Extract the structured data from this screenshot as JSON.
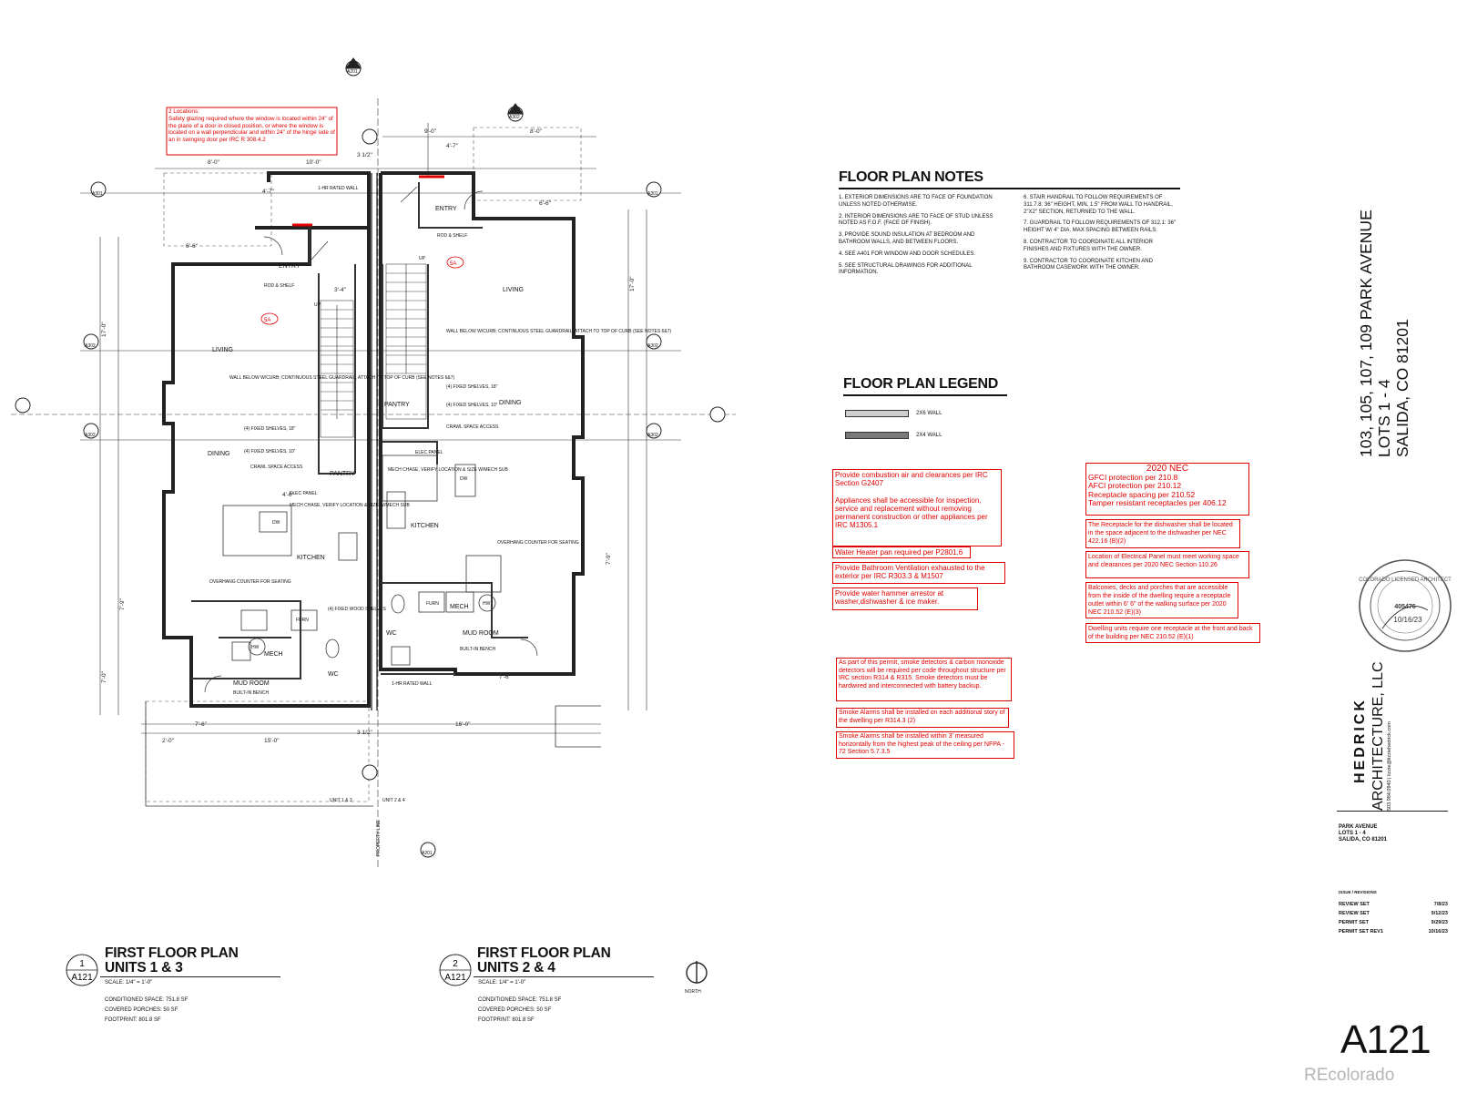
{
  "drawing": {
    "room_labels_unit13": [
      "ENTRY",
      "LIVING",
      "DINING",
      "KITCHEN",
      "PANTRY",
      "MUD ROOM",
      "WC",
      "MECH"
    ],
    "room_labels_unit24": [
      "ENTRY",
      "LIVING",
      "DINING",
      "KITCHEN",
      "PANTRY",
      "MUD ROOM",
      "WC",
      "MECH"
    ],
    "small_labels": {
      "rod_shelf": "ROD & SHELF",
      "wall_below": "WALL BELOW W/CURB; CONTINUOUS STEEL GUARDRAIL, ATTACH TO TOP OF CURB (SEE NOTES 6&7)",
      "fixed_shelves_18": "(4) FIXED SHELVES, 18\"",
      "fixed_shelves_10": "(4) FIXED SHELVES, 10\"",
      "crawl_space": "CRAWL SPACE ACCESS",
      "elec_panel": "ELEC PANEL",
      "mech_chase": "MECH CHASE, VERIFY LOCATION & SIZE W/MECH SUB",
      "overhang": "OVERHANG COUNTER FOR SEATING",
      "wood_shelves": "(4) FIXED WOOD SHELVES",
      "built_in_bench": "BUILT-IN BENCH",
      "one_hr_wall": "1-HR RATED WALL",
      "dw": "DW",
      "hw": "HW",
      "furn": "FURN",
      "up": "UP",
      "unit_13": "UNIT 1 & 3",
      "unit_24": "UNIT 2 & 4",
      "property_line": "PROPERTY LINE",
      "tag_5a": "5A"
    },
    "section_tags": [
      "A301",
      "A302",
      "A201",
      "A301",
      "A302"
    ],
    "dimensions": [
      "8'-0\"",
      "10'-0\"",
      "3 1/2\"",
      "9'-0\"",
      "8'-0\"",
      "4'-7\"",
      "6'-6\"",
      "4'-6\"",
      "3'-4\"",
      "7'-6\"",
      "2'-0\"",
      "15'-0\"",
      "16'-0\"",
      "17'-0\"",
      "7'-9\"",
      "7'-0\"",
      "7'-6\""
    ],
    "red_callout": "2 Locations:\nSafety glazing required where the window is located within 24\" of the plane of a door in closed position, or where the window is located on a wall perpendicular and within 24\" of the hinge side of an in swinging door per IRC R 308.4.2"
  },
  "notes": {
    "title": "FLOOR PLAN NOTES",
    "left": [
      "1.   EXTERIOR DIMENSIONS ARE TO FACE OF FOUNDATION UNLESS NOTED OTHERWISE.",
      "2.   INTERIOR DIMENSIONS ARE TO FACE OF STUD UNLESS NOTED AS F.O.F. (FACE OF FINISH).",
      "3.   PROVIDE SOUND INSULATION AT BEDROOM AND BATHROOM WALLS, AND BETWEEN FLOORS.",
      "4.   SEE A401 FOR WINDOW AND DOOR SCHEDULES.",
      "5.   SEE STRUCTURAL DRAWINGS FOR ADDITIONAL INFORMATION."
    ],
    "right": [
      "6.   STAIR HANDRAIL TO FOLLOW REQUIREMENTS OF 311.7.8: 36\" HEIGHT, MIN. 1.5\" FROM WALL TO HANDRAIL, 2\"X2\" SECTION, RETURNED TO THE WALL.",
      "7.   GUARDRAIL TO FOLLOW REQUIREMENTS OF 312.1: 36\" HEIGHT W/ 4\" DIA. MAX SPACING BETWEEN RAILS.",
      "8.   CONTRACTOR TO COORDINATE ALL INTERIOR FINISHES AND FIXTURES WITH THE OWNER.",
      "9.   CONTRACTOR TO COORDINATE KITCHEN AND BATHROOM CASEWORK WITH THE OWNER."
    ]
  },
  "legend": {
    "title": "FLOOR PLAN LEGEND",
    "items": [
      {
        "label": "2X6 WALL",
        "color": "#cfcfcf"
      },
      {
        "label": "2X4 WALL",
        "color": "#7a7a7a"
      }
    ]
  },
  "red_notes": {
    "combustion": "Provide combustion air and clearances per IRC Section G2407\n\nAppliances shall be accessible for inspection, service and replacement without removing permanent construction or other appliances per IRC M1305.1",
    "water_heater": "Water Heater pan required per P2801.6",
    "bath_vent": "Provide Bathroom Ventilation exhausted to the exterior per IRC R303.3 & M1507",
    "water_hammer": "Provide water hammer arrestor at washer,dishwasher & ice maker.",
    "smoke_permit": "As part of this permit, smoke detectors & carbon monoxide detectors will be required per code throughout structure per IRC section R314 & R315. Smoke detectors must be hardwired and interconnected with battery backup.",
    "smoke_each_story": "Smoke Alarms shall be installed on each additional story of the dwelling per R314.3 (2)",
    "smoke_peak": "Smoke Alarms shall be installed within 3' measured horizontally from the highest peak of the ceiling per NFPA - 72 Section 5.7.3.5",
    "nec_head": "2020 NEC",
    "nec_list": "GFCI protection per 210.8\nAFCI protection per 210.12\nReceptacle spacing per 210.52\nTamper resistant receptacles per 406.12",
    "dishwasher": "The Receptacle for the dishwasher shall be located in the space adjacent to the dishwasher per NEC 422.16 (B)(2)",
    "elec_panel": "Location of Electrical Panel must meet working space and clearances per 2020 NEC Section 110.26",
    "balconies": "Balconies, decks and porches that are accessible from the inside of the dwelling require a receptacle outlet within 6' 6\" of the walking surface per 2020 NEC 210.52 (E)(3)",
    "dwelling_units": "Dwelling units require one receptacle at the front and back of the building per NEC 210.52 (E)(1)"
  },
  "stamp": {
    "text": "COLORADO LICENSED ARCHITECT",
    "number": "405476",
    "date": "10/16/23",
    "color": "#555555"
  },
  "title_block": {
    "address": "103, 105, 107, 109 PARK AVENUE",
    "lots": "LOTS 1 - 4",
    "city": "SALIDA, CO 81201",
    "firm_name": "HEDRICK",
    "firm_sub": "ARCHITECTURE, LLC",
    "firm_contact": "503.984.0940  |  lizzie@lizziehedrick.com",
    "project": "PARK AVENUE\nLOTS 1 - 4\nSALIDA, CO 81201",
    "issues_header": "ISSUE / REVISIONS",
    "issues": [
      {
        "label": "REVIEW SET",
        "date": "7/8/23"
      },
      {
        "label": "REVIEW SET",
        "date": "9/12/23"
      },
      {
        "label": "PERMIT SET",
        "date": "9/29/23"
      },
      {
        "label": "PERMIT SET REV1",
        "date": "10/16/23"
      }
    ],
    "sheet": "A121"
  },
  "drawing_titles": [
    {
      "num": "1",
      "sheet": "A121",
      "title1": "FIRST FLOOR PLAN",
      "title2": "UNITS 1 & 3",
      "scale": "SCALE:  1/4\" = 1'-0\"",
      "conditioned": "CONDITIONED SPACE:  751.8 SF",
      "porches": "COVERED PORCHES:  50 SF",
      "footprint": "FOOTPRINT:  801.8 SF"
    },
    {
      "num": "2",
      "sheet": "A121",
      "title1": "FIRST FLOOR PLAN",
      "title2": "UNITS 2 & 4",
      "scale": "SCALE:  1/4\" = 1'-0\"",
      "conditioned": "CONDITIONED SPACE:  751.8 SF",
      "porches": "COVERED PORCHES:  50 SF",
      "footprint": "FOOTPRINT:  801.8 SF"
    }
  ],
  "north_label": "NORTH",
  "watermark": "REcolorado"
}
